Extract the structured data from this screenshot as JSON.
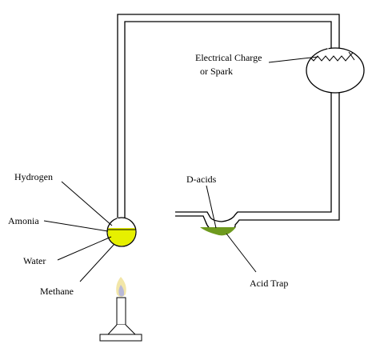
{
  "labels": {
    "hydrogen": "Hydrogen",
    "amonia": "Amonia",
    "water": "Water",
    "methane": "Methane",
    "spark_line1": "Electrical Charge",
    "spark_line2": "or Spark",
    "d_acids": "D-acids",
    "acid_trap": "Acid Trap"
  },
  "colors": {
    "gas_mixture": "#e6f000",
    "acid_pool": "#6e9a1e",
    "flame_outer": "#f2e6a8",
    "flame_inner": "#b9b9d8"
  }
}
